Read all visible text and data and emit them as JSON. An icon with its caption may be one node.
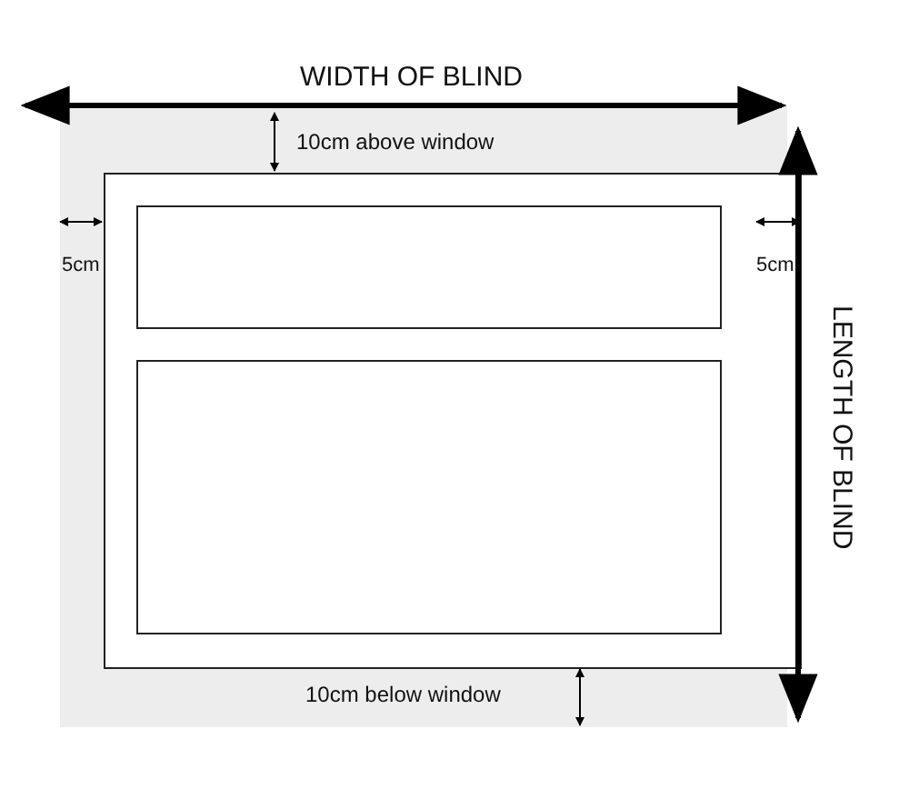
{
  "diagram": {
    "labels": [
      "WIDTH OF BLIND",
      "10cm above window",
      "5cm",
      "5cm",
      "LENGTH OF BLIND",
      "10cm below window"
    ]
  }
}
